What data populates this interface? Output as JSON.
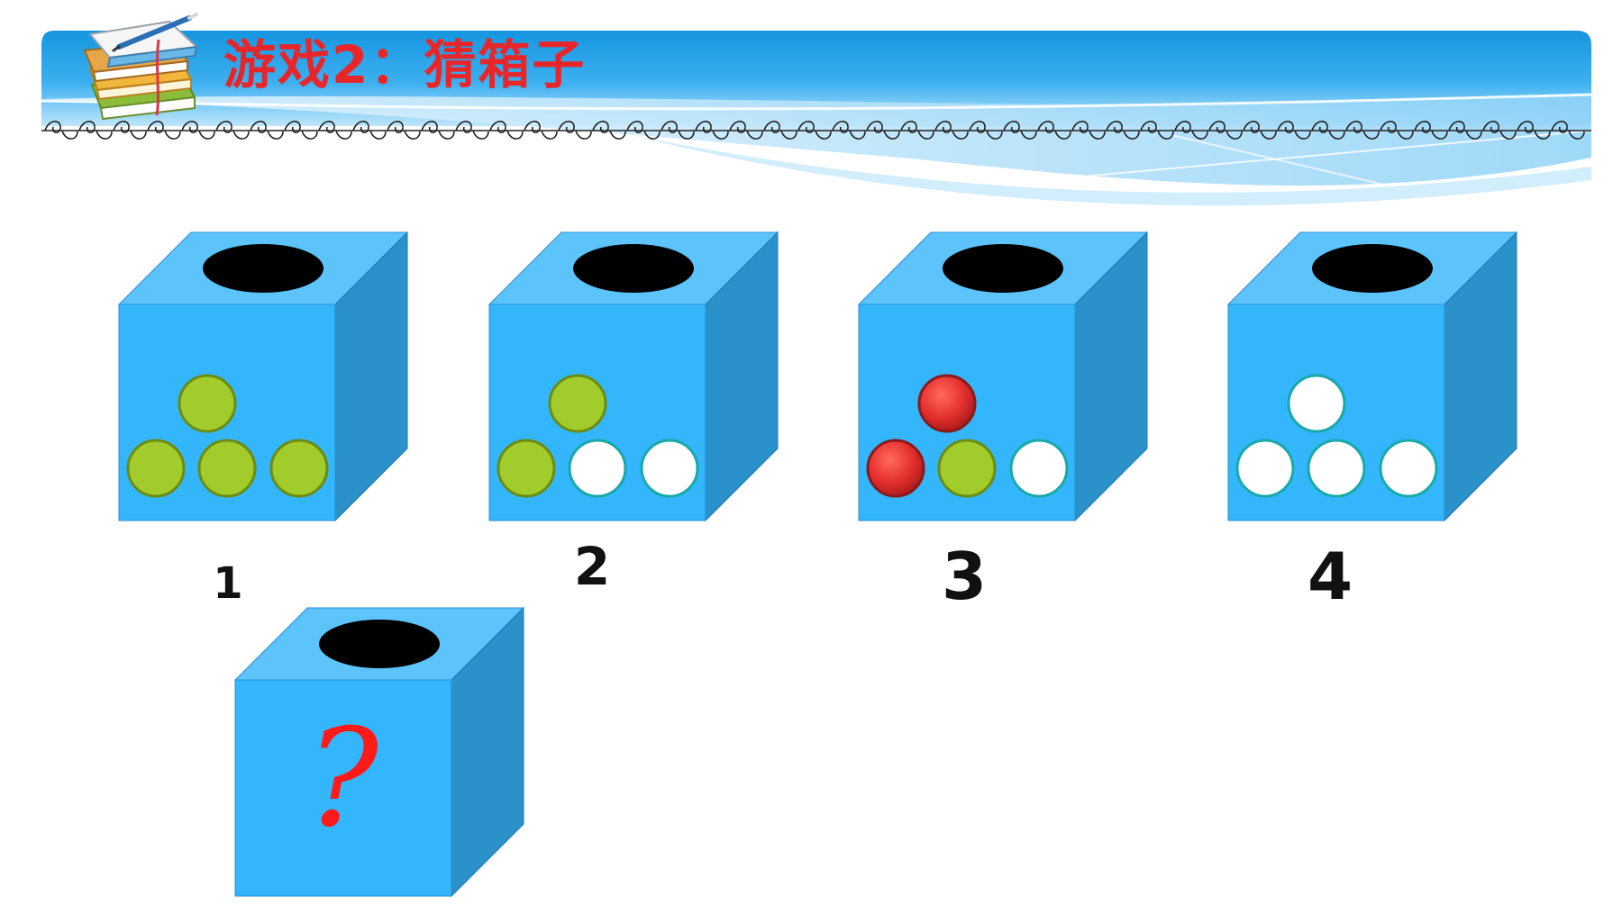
{
  "header": {
    "title": "游戏2：猜箱子",
    "bar_color": "#1a8fdd",
    "title_color": "#e8262a"
  },
  "colors": {
    "box_front": "#33b6fb",
    "box_top": "#5cc4fb",
    "box_side": "#2a91cb",
    "hole": "#000000",
    "ball_green": "#a2cc2b",
    "ball_red": "#e53232",
    "ball_white": "#ffffff",
    "question_mark": "#ff1a1a"
  },
  "boxes": [
    {
      "number": "1",
      "balls": [
        "green",
        "green",
        "green",
        "green"
      ]
    },
    {
      "number": "2",
      "balls": [
        "green",
        "green",
        "white",
        "white"
      ]
    },
    {
      "number": "3",
      "balls": [
        "red",
        "red",
        "green",
        "white"
      ]
    },
    {
      "number": "4",
      "balls": [
        "white",
        "white",
        "white",
        "white"
      ]
    }
  ],
  "mystery_box": {
    "label": "?"
  },
  "icons": [
    "books-pen-icon",
    "swirl-border-divider"
  ]
}
